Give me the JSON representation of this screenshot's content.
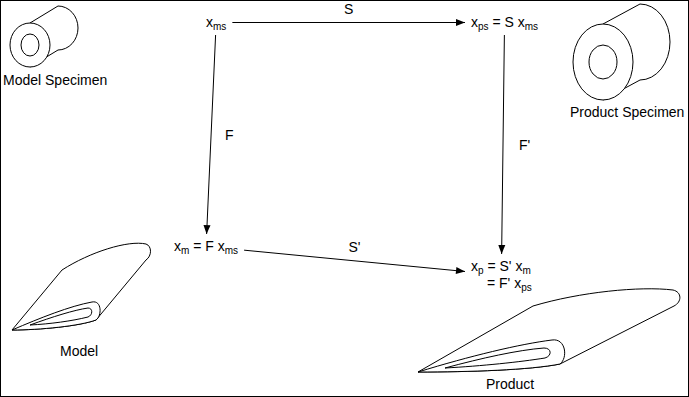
{
  "diagram": {
    "nodes": [
      {
        "text": [
          "xms"
        ]
      },
      {
        "text": [
          "xps = S xms"
        ]
      },
      {
        "text": [
          "xm = F xms"
        ]
      },
      {
        "text": [
          "xp = S' xm",
          "= F' xps"
        ]
      }
    ],
    "edges": [
      {
        "from": 0,
        "to": 1,
        "label": "S",
        "arrow": "to"
      },
      {
        "from": 0,
        "to": 2,
        "label": "F",
        "arrow": "to"
      },
      {
        "from": 1,
        "to": 3,
        "label": "F'",
        "arrow": "to"
      },
      {
        "from": 2,
        "to": 3,
        "label": "S'",
        "arrow": "to"
      }
    ],
    "labels": [
      "Model Specimen",
      "Product Specimen",
      "Model",
      "Product"
    ]
  }
}
